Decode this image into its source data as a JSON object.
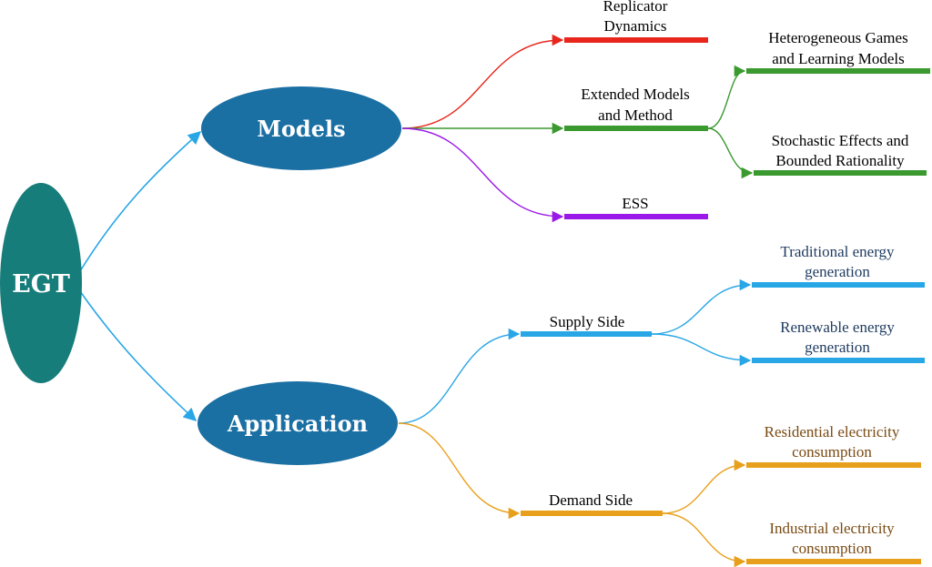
{
  "root": {
    "label": "EGT"
  },
  "branches": [
    {
      "label": "Models",
      "children": [
        {
          "lines": [
            "Replicator",
            "Dynamics"
          ],
          "color": "#e8261c",
          "text_color": "#000000",
          "children": []
        },
        {
          "lines": [
            "Extended Models",
            "and Method"
          ],
          "color": "#3a9a2f",
          "text_color": "#000000",
          "children": [
            {
              "lines": [
                "Heterogeneous Games",
                "and Learning Models"
              ],
              "color": "#3a9a2f",
              "text_color": "#000000"
            },
            {
              "lines": [
                "Stochastic Effects and",
                "Bounded Rationality"
              ],
              "color": "#3a9a2f",
              "text_color": "#000000"
            }
          ]
        },
        {
          "lines": [
            "ESS"
          ],
          "color": "#9b19e8",
          "text_color": "#000000",
          "children": []
        }
      ]
    },
    {
      "label": "Application",
      "children": [
        {
          "lines": [
            "Supply Side"
          ],
          "color": "#29a6e6",
          "text_color": "#000000",
          "children": [
            {
              "lines": [
                "Traditional energy",
                "generation"
              ],
              "color": "#29a6e6",
              "text_color": "#1e3a5f"
            },
            {
              "lines": [
                "Renewable energy",
                "generation"
              ],
              "color": "#29a6e6",
              "text_color": "#1e3a5f"
            }
          ]
        },
        {
          "lines": [
            "Demand Side"
          ],
          "color": "#e8a01c",
          "text_color": "#000000",
          "children": [
            {
              "lines": [
                "Residential electricity",
                "consumption"
              ],
              "color": "#e8a01c",
              "text_color": "#7a4a12"
            },
            {
              "lines": [
                "Industrial electricity",
                "consumption"
              ],
              "color": "#e8a01c",
              "text_color": "#7a4a12"
            }
          ]
        }
      ]
    }
  ],
  "colors": {
    "root_fill": "#167d7a",
    "branch_fill": "#1a6fa3",
    "root_edge": "#29a6e6"
  }
}
